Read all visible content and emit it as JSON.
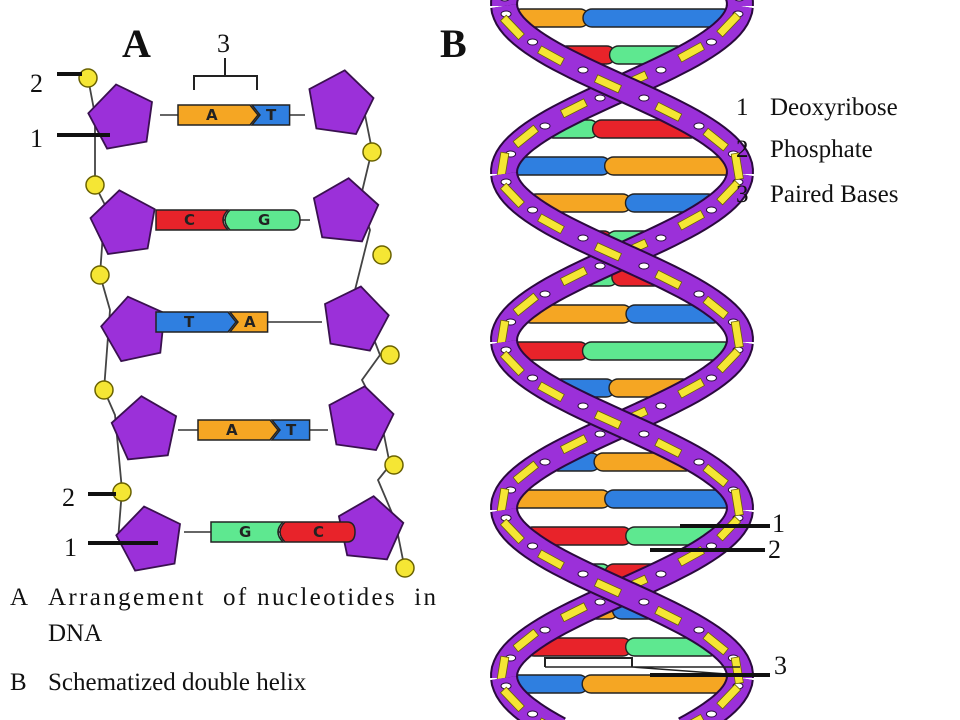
{
  "panel_a": {
    "label": "A",
    "callouts": {
      "paired_bases": "3",
      "phosphate_top": "2",
      "deoxyribose_top": "1",
      "phosphate_bottom": "2",
      "deoxyribose_bottom": "1"
    },
    "rungs": [
      {
        "left": "A",
        "right": "T"
      },
      {
        "left": "C",
        "right": "G"
      },
      {
        "left": "T",
        "right": "A"
      },
      {
        "left": "A",
        "right": "T"
      },
      {
        "left": "G",
        "right": "C"
      }
    ]
  },
  "panel_b": {
    "label": "B",
    "callouts": {
      "deoxyribose": "1",
      "phosphate": "2",
      "paired_bases": "3"
    }
  },
  "legend": [
    {
      "num": "1",
      "text": "Deoxyribose"
    },
    {
      "num": "2",
      "text": "Phosphate"
    },
    {
      "num": "3",
      "text": "Paired Bases"
    }
  ],
  "captions": {
    "a_letter": "A",
    "a_line1": "Arrangement  of nucleotides  in",
    "a_line2": "DNA",
    "b_letter": "B",
    "b_text": "Schematized double helix"
  },
  "colors": {
    "sugar": "#9b30d9",
    "phosphate": "#f5e634",
    "base_A": "#f5a623",
    "base_T": "#2f7fe0",
    "base_G": "#5ee890",
    "base_C": "#e8232a"
  }
}
